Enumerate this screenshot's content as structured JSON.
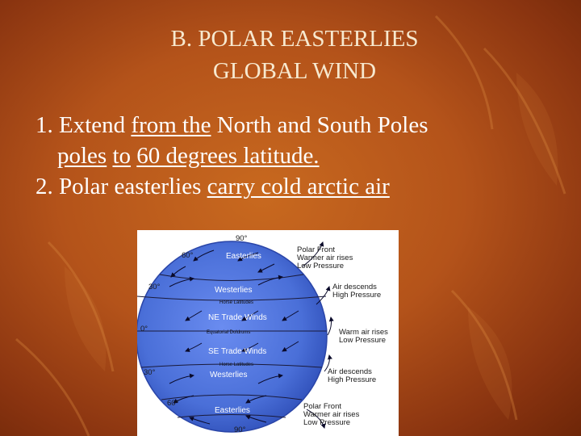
{
  "title": {
    "line1": "B. POLAR EASTERLIES",
    "line2": "GLOBAL WIND"
  },
  "points": {
    "p1": {
      "prefix": "1. Extend ",
      "u1": "from the",
      "mid": " North and South Poles",
      "u2": "poles",
      "sp1": " ",
      "u3": "to",
      "sp2": " ",
      "u4": "60 degrees latitude."
    },
    "p2": {
      "prefix": "2. Polar easterlies ",
      "u1": "carry cold arctic air"
    }
  },
  "diagram": {
    "lat": {
      "n90": "90°",
      "n60": "60°",
      "n30": "30°",
      "eq": "0°",
      "s30": "30°",
      "s60": "60°",
      "s90": "90°"
    },
    "winds": {
      "easterlies_n": "Easterlies",
      "westerlies_n": "Westerlies",
      "horse_n": "Horse Latitudes",
      "ne_trade": "NE Trade Winds",
      "doldrums": "Equatorial Doldrums",
      "se_trade": "SE Trade Winds",
      "horse_s": "Horse Latitudes",
      "westerlies_s": "Westerlies",
      "easterlies_s": "Easterlies"
    },
    "right": {
      "polar_front_n": [
        "Polar Front",
        "Warmer air rises",
        "Low Pressure"
      ],
      "descends_n": [
        "Air descends",
        "High Pressure"
      ],
      "equator": [
        "Warm air rises",
        "Low Pressure"
      ],
      "descends_s": [
        "Air descends",
        "High Pressure"
      ],
      "polar_front_s": [
        "Polar Front",
        "Warmer air rises",
        "Low Pressure"
      ]
    },
    "colors": {
      "globe": "#4a6fd8",
      "globe_edge": "#2a45a8",
      "lines": "#1a1a3a",
      "arrows": "#0a0a2a"
    }
  }
}
